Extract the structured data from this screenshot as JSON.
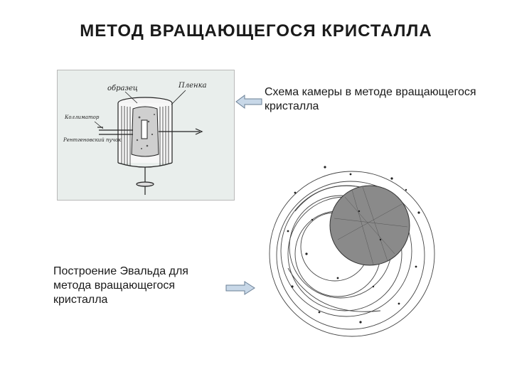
{
  "slide": {
    "title": "МЕТОД ВРАЩАЮЩЕГОСЯ КРИСТАЛЛА"
  },
  "camera_figure": {
    "labels": {
      "sample": "образец",
      "film": "Пленка",
      "collimator": "Коллиматор",
      "primary_beam": "Рентгеновский пучок"
    }
  },
  "captions": {
    "camera_scheme": "Схема камеры в методе вращающегося кристалла",
    "ewald_construction": "Построение Эвальда для метода вращающегося кристалла"
  },
  "colors": {
    "arrow_fill": "#c8d8e8",
    "arrow_stroke": "#6a7f95",
    "sphere_fill": "#8a8a8a",
    "figure_bg": "#e9eeec"
  }
}
